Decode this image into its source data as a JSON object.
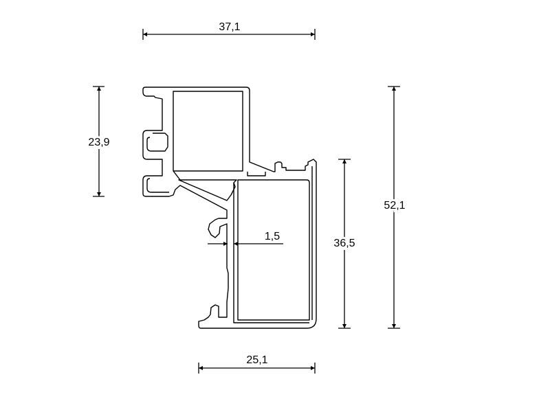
{
  "dimensions": {
    "top_width": "37,1",
    "left_height": "23,9",
    "right_overall_height": "52,1",
    "inner_height": "36,5",
    "wall_thickness": "1,5",
    "bottom_width": "25,1"
  }
}
